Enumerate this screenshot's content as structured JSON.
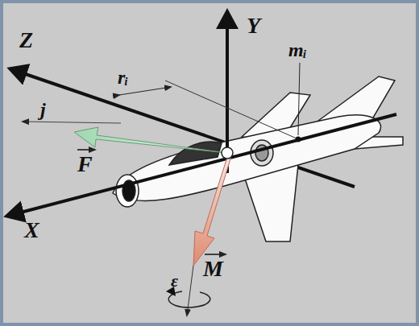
{
  "diagram": {
    "labels": [
      "Z",
      "Y",
      "mᵢ",
      "rᵢ",
      "j",
      "F",
      "X",
      "M",
      "ε"
    ]
  }
}
